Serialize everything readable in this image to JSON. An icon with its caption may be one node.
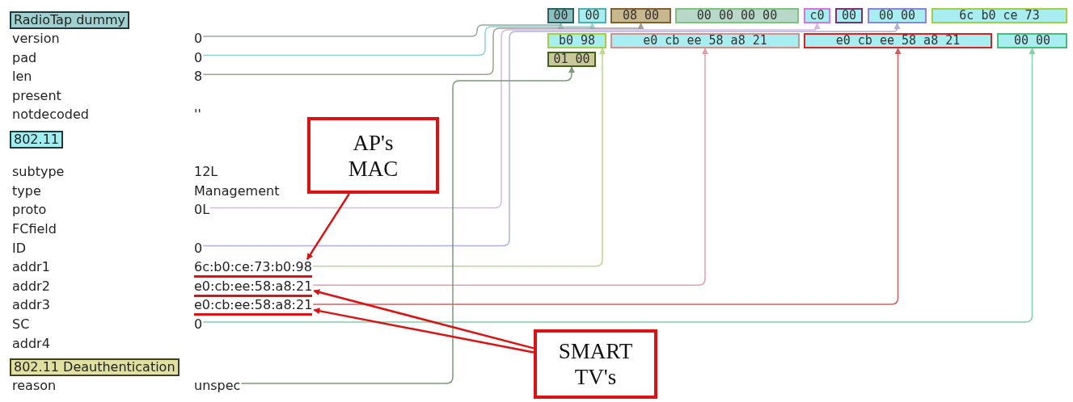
{
  "diagram": {
    "nodes": [
      {
        "text": [
          "RadioTap dummy"
        ]
      },
      {
        "text": [
          "0"
        ]
      },
      {
        "text": [
          "0"
        ]
      },
      {
        "text": [
          "8"
        ]
      },
      {
        "text": [
          "802.11"
        ]
      },
      {
        "text": [
          "0L"
        ]
      },
      {
        "text": [
          "0"
        ]
      },
      {
        "text": [
          "6c:b0:ce:73:b0:98"
        ]
      },
      {
        "text": [
          "e0:cb:ee:58:a8:21"
        ]
      },
      {
        "text": [
          "e0:cb:ee:58:a8:21"
        ]
      },
      {
        "text": [
          "0"
        ]
      },
      {
        "text": [
          "802.11 Deauthentication"
        ]
      },
      {
        "text": [
          "unspec"
        ]
      },
      {
        "text": [
          "00"
        ]
      },
      {
        "text": [
          "00"
        ]
      },
      {
        "text": [
          "08 00"
        ]
      },
      {
        "text": [
          "00 00 00 00"
        ]
      },
      {
        "text": [
          "c0"
        ]
      },
      {
        "text": [
          "00"
        ]
      },
      {
        "text": [
          "00 00"
        ]
      },
      {
        "text": [
          "6c b0 ce 73"
        ]
      },
      {
        "text": [
          "b0 98"
        ]
      },
      {
        "text": [
          "e0 cb ee 58 a8 21"
        ]
      },
      {
        "text": [
          "e0 cb ee 58 a8 21"
        ]
      },
      {
        "text": [
          "00 00"
        ]
      },
      {
        "text": [
          "01 00"
        ]
      },
      {
        "text": [
          "AP's MAC"
        ]
      },
      {
        "text": [
          "SMART TV's"
        ]
      }
    ],
    "edges": [
      {
        "from": 1,
        "to": 13,
        "arrow": "to",
        "color": "#9aa8a8"
      },
      {
        "from": 2,
        "to": 14,
        "arrow": "to",
        "color": "#8fd3d8"
      },
      {
        "from": 3,
        "to": 15,
        "arrow": "to",
        "color": "#a0a090"
      },
      {
        "from": 5,
        "to": 17,
        "arrow": "to",
        "color": "#d7b8e0"
      },
      {
        "from": 6,
        "to": 19,
        "arrow": "to",
        "color": "#b0b0e0"
      },
      {
        "from": 7,
        "to": 21,
        "arrow": "to",
        "color": "#b8d88a"
      },
      {
        "from": 8,
        "to": 22,
        "arrow": "to",
        "color": "#e0a0a8"
      },
      {
        "from": 9,
        "to": 23,
        "arrow": "to",
        "color": "#d06060"
      },
      {
        "from": 10,
        "to": 24,
        "arrow": "to",
        "color": "#80d0a8"
      },
      {
        "from": 12,
        "to": 25,
        "arrow": "to",
        "color": "#7a9a7a"
      },
      {
        "from": 26,
        "to": 7,
        "arrow": "to",
        "color": "#dd1111"
      },
      {
        "from": 27,
        "to": 8,
        "arrow": "to",
        "color": "#dd1111"
      },
      {
        "from": 27,
        "to": 9,
        "arrow": "to",
        "color": "#dd1111"
      }
    ],
    "labels": [
      "version",
      "pad",
      "len",
      "present",
      "notdecoded",
      "''",
      "subtype",
      "12L",
      "type",
      "Management",
      "proto",
      "FCfield",
      "ID",
      "addr1",
      "addr2",
      "addr3",
      "SC",
      "addr4",
      "reason"
    ]
  }
}
